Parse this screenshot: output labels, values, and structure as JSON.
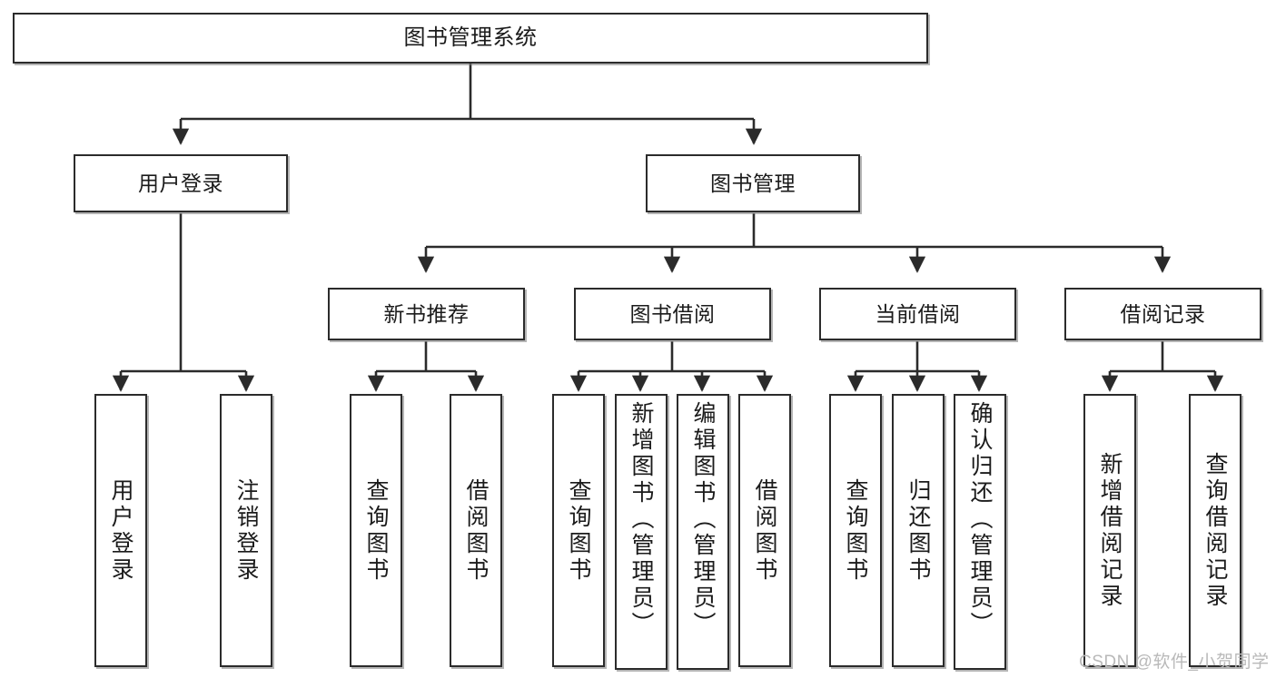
{
  "diagram": {
    "type": "tree-hierarchy",
    "title": "图书管理系统",
    "root": {
      "id": "root",
      "label": "图书管理系统"
    },
    "level1": [
      {
        "id": "user-login",
        "label": "用户登录"
      },
      {
        "id": "book-manage",
        "label": "图书管理"
      }
    ],
    "level2": [
      {
        "id": "new-book-recommend",
        "label": "新书推荐",
        "parent": "book-manage"
      },
      {
        "id": "book-borrow",
        "label": "图书借阅",
        "parent": "book-manage"
      },
      {
        "id": "current-borrow",
        "label": "当前借阅",
        "parent": "book-manage"
      },
      {
        "id": "borrow-record",
        "label": "借阅记录",
        "parent": "book-manage"
      }
    ],
    "leaves": [
      {
        "id": "leaf-user-login",
        "label": "用户登录",
        "parent": "user-login"
      },
      {
        "id": "leaf-logout",
        "label": "注销登录",
        "parent": "user-login"
      },
      {
        "id": "leaf-query-book-1",
        "label": "查询图书",
        "parent": "new-book-recommend"
      },
      {
        "id": "leaf-borrow-book-1",
        "label": "借阅图书",
        "parent": "new-book-recommend"
      },
      {
        "id": "leaf-query-book-2",
        "label": "查询图书",
        "parent": "book-borrow"
      },
      {
        "id": "leaf-add-book",
        "label": "新增图书（管理员）",
        "parent": "book-borrow"
      },
      {
        "id": "leaf-edit-book",
        "label": "编辑图书（管理员）",
        "parent": "book-borrow"
      },
      {
        "id": "leaf-borrow-book-2",
        "label": "借阅图书",
        "parent": "book-borrow"
      },
      {
        "id": "leaf-query-book-3",
        "label": "查询图书",
        "parent": "current-borrow"
      },
      {
        "id": "leaf-return-book",
        "label": "归还图书",
        "parent": "current-borrow"
      },
      {
        "id": "leaf-confirm-return",
        "label": "确认归还（管理员）",
        "parent": "current-borrow"
      },
      {
        "id": "leaf-add-record",
        "label": "新增借阅记录",
        "parent": "borrow-record"
      },
      {
        "id": "leaf-query-record",
        "label": "查询借阅记录",
        "parent": "borrow-record"
      }
    ]
  },
  "watermark": {
    "text": "CSDN @软件_小贺同学"
  },
  "colors": {
    "box_border": "#2b2b2b",
    "box_fill": "#ffffff",
    "line": "#2b2b2b",
    "text": "#1b1b1b",
    "watermark": "#b9b9b9",
    "background": "#ffffff"
  }
}
